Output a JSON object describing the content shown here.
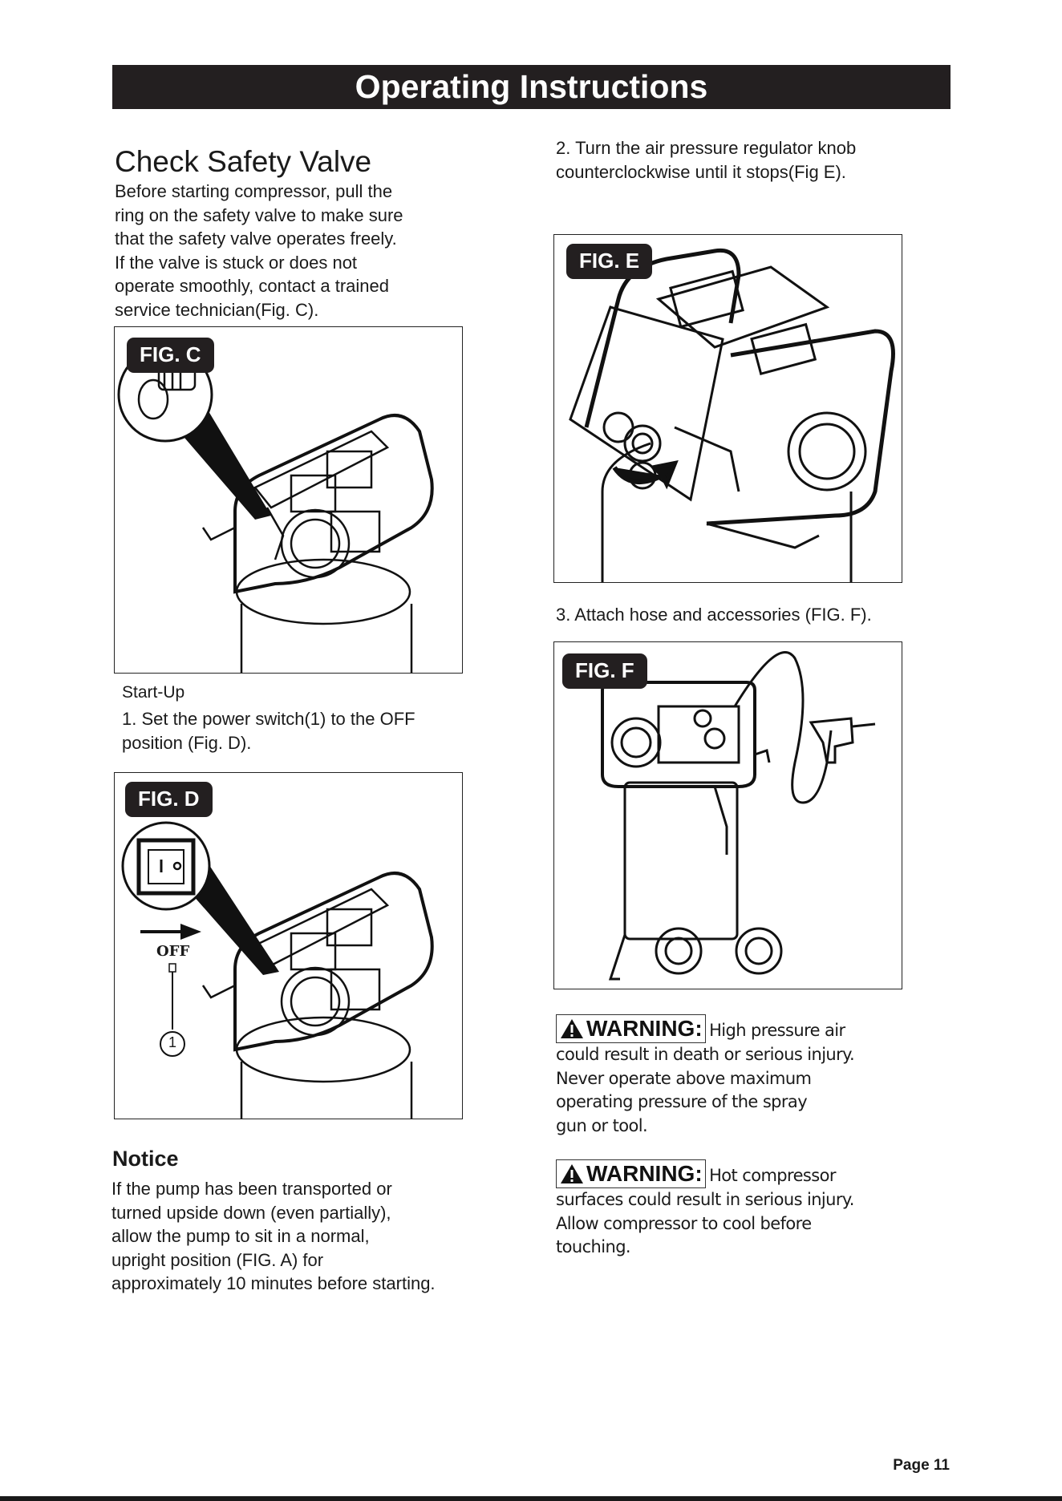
{
  "header": {
    "title": "Operating Instructions"
  },
  "left": {
    "safety_title": "Check Safety Valve",
    "safety_lines": [
      "Before starting compressor, pull the",
      "ring on the safety valve to make sure",
      "that the safety valve operates freely.",
      "If the valve is stuck or does not",
      "operate smoothly, contact a trained",
      "service technician(Fig. C)."
    ],
    "fig_c_label": "FIG. C",
    "startup_title": "Start-Up",
    "step1_lines": [
      "1. Set the power switch(1) to the OFF",
      "position (Fig. D)."
    ],
    "fig_d_label": "FIG. D",
    "fig_d_off": "OFF",
    "fig_d_callout": "1",
    "notice_title": "Notice",
    "notice_lines": [
      "If the pump has been transported or",
      "turned upside down (even partially),",
      "allow the pump to sit in a normal,",
      "upright position (FIG. A) for",
      "approximately 10 minutes before starting."
    ]
  },
  "right": {
    "step2_lines": [
      "2. Turn the air pressure regulator knob",
      "counterclockwise until it stops(Fig E)."
    ],
    "fig_e_label": "FIG. E",
    "step3": "3. Attach hose and accessories (FIG. F).",
    "fig_f_label": "FIG. F",
    "warning1": {
      "tag": "WARNING:",
      "first": "High pressure air",
      "lines": [
        "could result in death or serious injury.",
        "Never operate above maximum",
        "operating pressure of the spray",
        "gun or tool."
      ]
    },
    "warning2": {
      "tag": "WARNING:",
      "first": "Hot compressor",
      "lines": [
        "surfaces could result in serious injury.",
        "Allow compressor to cool before",
        "touching."
      ]
    }
  },
  "footer": {
    "page": "Page 11"
  }
}
